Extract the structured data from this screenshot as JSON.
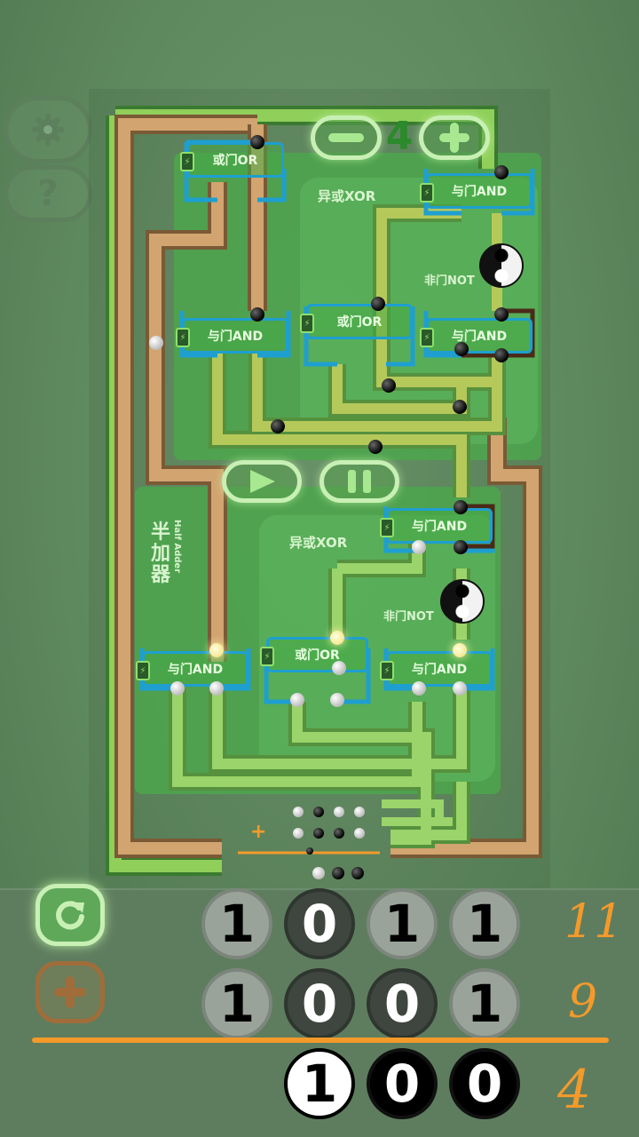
{
  "controls": {
    "counter_value": "4",
    "minus_icon": "minus-icon",
    "plus_icon": "plus-icon",
    "play_icon": "play-icon",
    "pause_icon": "pause-icon",
    "settings_icon": "gear-icon",
    "help_label": "?"
  },
  "boards": {
    "xor_top_label": "异或XOR",
    "xor_bottom_label": "异或XOR",
    "half_adder_label": "半加器",
    "half_adder_en": "Half Adder",
    "not_top_label": "非门NOT",
    "not_bottom_label": "非门NOT"
  },
  "gates": {
    "g1": "或门OR",
    "g2": "与门AND",
    "g3": "与门AND",
    "g4": "或门OR",
    "g5": "与门AND",
    "g6": "与门AND",
    "g7": "与门AND",
    "g8": "或门OR",
    "g9": "与门AND"
  },
  "operation_symbol": "+",
  "numbers": {
    "a_bits": [
      "1",
      "0",
      "1",
      "1"
    ],
    "b_bits": [
      "1",
      "0",
      "0",
      "1"
    ],
    "result_bits": [
      "1",
      "0",
      "0"
    ],
    "a_decimal": "11",
    "b_decimal": "9",
    "result_decimal": "4"
  },
  "colors": {
    "wire_green": "#8fcf5a",
    "wire_tan": "#d2a470",
    "wire_blue": "#1e9fd0",
    "accent_orange": "#f39a2a"
  }
}
